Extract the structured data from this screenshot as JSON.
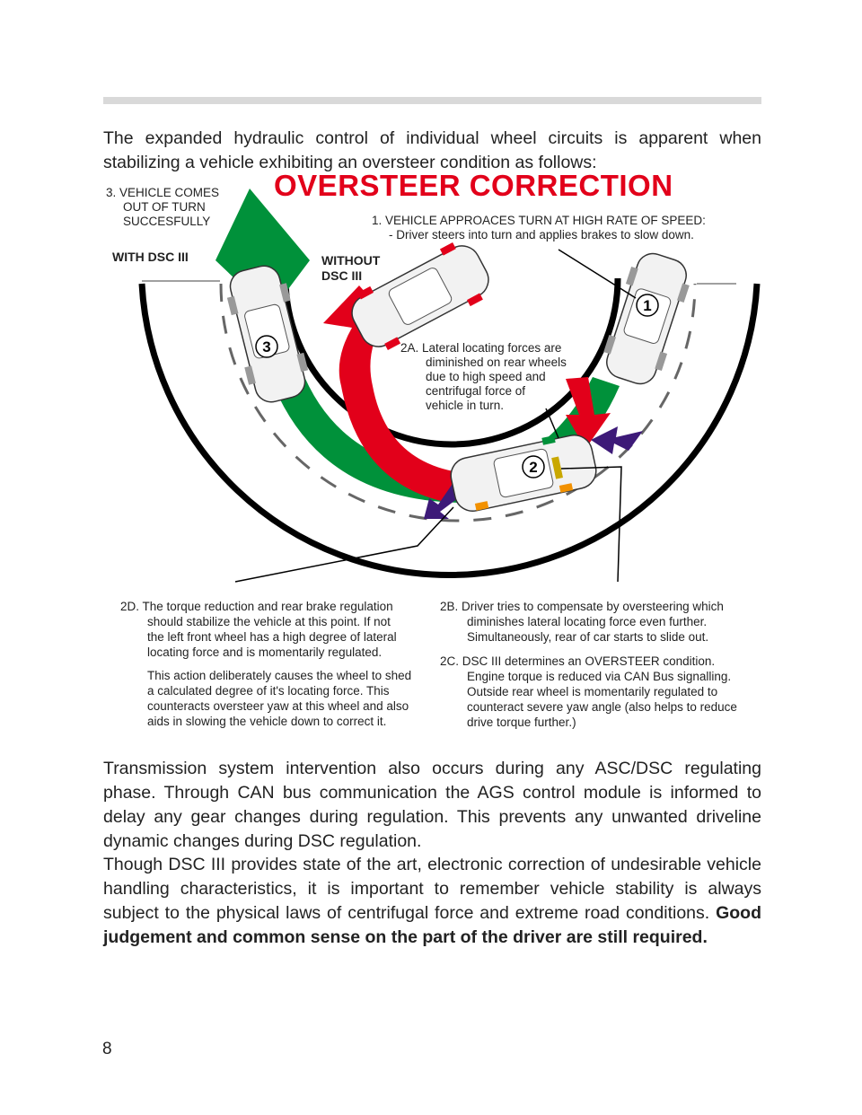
{
  "intro": "The expanded hydraulic control of individual wheel circuits is apparent when stabilizing a vehicle exhibiting an oversteer condition as follows:",
  "diagram": {
    "title": "OVERSTEER CORRECTION",
    "label_3": [
      "3. VEHICLE COMES",
      "OUT OF TURN",
      "SUCCESFULLY"
    ],
    "label_1": [
      "1. VEHICLE APPROACES TURN AT HIGH RATE OF SPEED:",
      "- Driver steers into turn and applies brakes to slow down."
    ],
    "with_dsc": "WITH DSC III",
    "without_dsc": [
      "WITHOUT",
      "DSC III"
    ],
    "label_2a": [
      "2A. Lateral locating forces are",
      "diminished on rear wheels",
      "due to high speed and",
      "centrifugal force of",
      "vehicle in turn."
    ],
    "badge_1": "1",
    "badge_2": "2",
    "badge_3": "3"
  },
  "notes": {
    "n2d": [
      "2D. The torque reduction and rear brake regulation",
      "should stabilize the vehicle at this point. If not",
      "the left front wheel has a high degree of lateral",
      "locating force and is momentarily regulated."
    ],
    "n2d_extra": [
      "This action deliberately causes the wheel to shed",
      "a calculated degree of it's locating force. This",
      "counteracts oversteer yaw at this wheel and also",
      "aids in slowing the vehicle down to correct it."
    ],
    "n2b": [
      "2B. Driver tries to compensate by oversteering which",
      "diminishes lateral locating force even further.",
      "Simultaneously, rear of car starts to slide out."
    ],
    "n2c": [
      "2C. DSC III determines an OVERSTEER condition.",
      "Engine torque is reduced via CAN Bus signalling.",
      "Outside rear wheel is momentarily regulated to",
      "counteract severe yaw angle (also helps to reduce",
      "drive torque further.)"
    ]
  },
  "paragraph1": "Transmission system intervention also occurs during any ASC/DSC regulating phase. Through CAN bus communication the AGS control module is informed to delay any gear changes during regulation.  This prevents any unwanted driveline dynamic changes during DSC regulation.",
  "paragraph2_normal": "Though DSC III provides state of the art, electronic correction of undesirable vehicle han­dling characteristics, it is important to remember vehicle stability is always subject to the physical laws of centrifugal force and extreme road conditions.",
  "paragraph2_bold": "Good judgement and common sense on the part of the driver are still required.",
  "page_number": "8",
  "colors": {
    "title_red": "#e2001a",
    "green": "#00913a",
    "red": "#e2001a",
    "purple": "#3d1a78",
    "orange": "#f29100",
    "rule_gray": "#d9d9d9"
  }
}
